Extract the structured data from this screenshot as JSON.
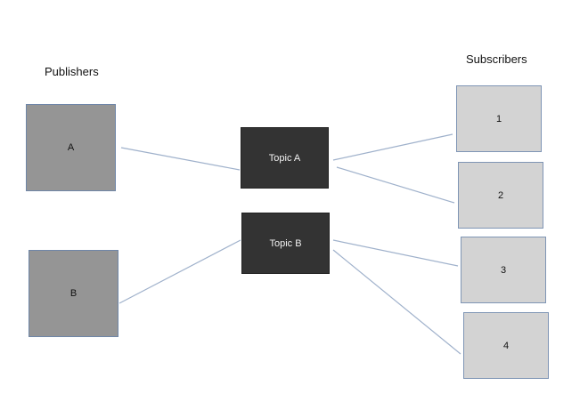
{
  "headings": {
    "publishers": "Publishers",
    "subscribers": "Subscribers"
  },
  "publishers": [
    {
      "label": "A"
    },
    {
      "label": "B"
    }
  ],
  "topics": [
    {
      "label": "Topic A"
    },
    {
      "label": "Topic B"
    }
  ],
  "subscribers": [
    {
      "label": "1"
    },
    {
      "label": "2"
    },
    {
      "label": "3"
    },
    {
      "label": "4"
    }
  ],
  "connections": [
    {
      "from": "A",
      "to": "Topic A"
    },
    {
      "from": "B",
      "to": "Topic B"
    },
    {
      "from": "Topic A",
      "to": "1"
    },
    {
      "from": "Topic A",
      "to": "2"
    },
    {
      "from": "Topic B",
      "to": "3"
    },
    {
      "from": "Topic B",
      "to": "4"
    }
  ],
  "colors": {
    "publisher_fill": "#959595",
    "topic_fill": "#333333",
    "subscriber_fill": "#d3d3d3",
    "connector_line": "#9fb1cb"
  }
}
